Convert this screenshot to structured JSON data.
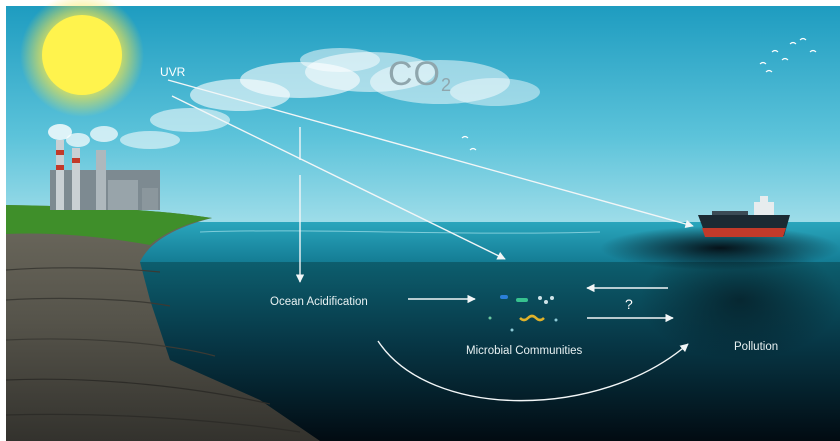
{
  "labels": {
    "uvr": "UVR",
    "co2_main": "CO",
    "co2_sub": "2",
    "ocean_acidification": "Ocean Acidification",
    "microbial_communities": "Microbial Communities",
    "pollution": "Pollution",
    "question": "?"
  },
  "colors": {
    "sky_top": "#1e9cc0",
    "sky_bottom": "#8fd7e6",
    "sea_surface": "#1a8fa8",
    "deep_water": "#03141d",
    "sun": "#fff34d",
    "grass": "#3f8f2a",
    "ship_hull": "#c23a2a",
    "oil_slick": "#06121a",
    "arrow": "#f2f6f7"
  },
  "icons": [
    "sun-icon",
    "factory-icon",
    "ship-icon",
    "birds-icon",
    "microbes-icon",
    "cloud-icon"
  ]
}
